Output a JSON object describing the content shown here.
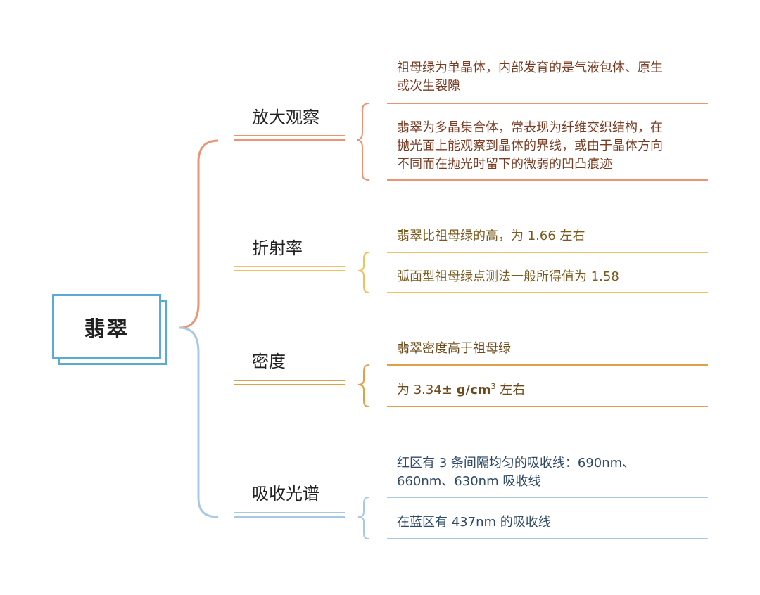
{
  "root": {
    "label": "翡翠",
    "color": "#5aaad6"
  },
  "branches": [
    {
      "label": "放大观察",
      "color": "#ee9274",
      "text_color": "#7a3b22",
      "leaves": [
        {
          "lines": [
            "祖母绿为单晶体，内部发育的是气液包体、原生",
            "或次生裂隙"
          ]
        },
        {
          "lines": [
            "翡翠为多晶集合体，常表现为纤维交织结构，在",
            "抛光面上能观察到晶体的界线，或由于晶体方向",
            "不同而在抛光时留下的微弱的凹凸痕迹"
          ]
        }
      ]
    },
    {
      "label": "折射率",
      "color": "#efc064",
      "text_color": "#7a5a1e",
      "leaves": [
        {
          "lines": [
            "翡翠比祖母绿的高，为 1.66 左右"
          ]
        },
        {
          "lines": [
            "弧面型祖母绿点测法一般所得值为 1.58"
          ]
        }
      ]
    },
    {
      "label": "密度",
      "color": "#e0a04a",
      "text_color": "#6e4a1a",
      "leaves": [
        {
          "lines": [
            "翡翠密度高于祖母绿"
          ]
        },
        {
          "prefix": "为 3.34± ",
          "unit": "g/cm",
          "sup": "3",
          "suffix": " 左右"
        }
      ]
    },
    {
      "label": "吸收光谱",
      "color": "#a8c8e4",
      "text_color": "#2f4a66",
      "leaves": [
        {
          "lines": [
            "红区有 3 条间隔均匀的吸收线：690nm、",
            "660nm、630nm 吸收线"
          ]
        },
        {
          "lines": [
            "在蓝区有 437nm 的吸收线"
          ]
        }
      ]
    }
  ]
}
